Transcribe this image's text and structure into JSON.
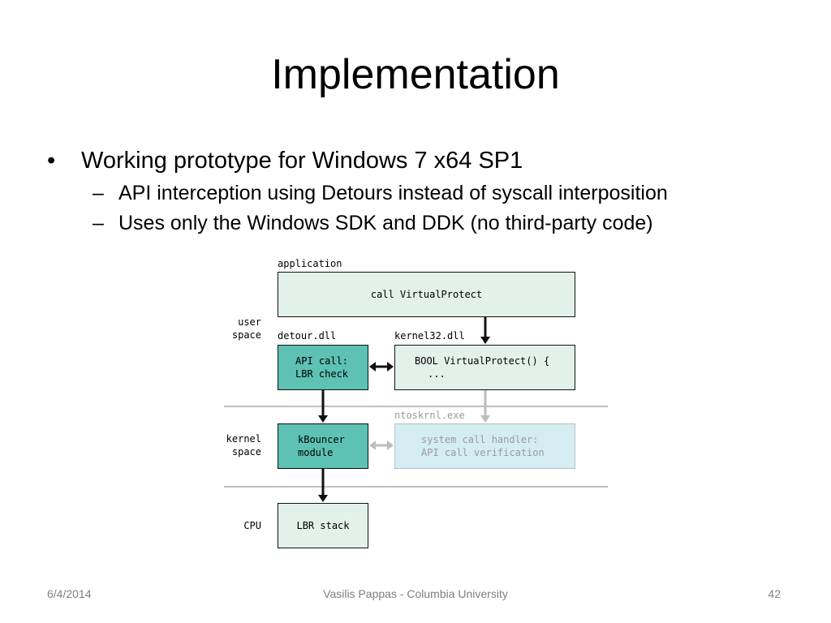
{
  "slide": {
    "title": "Implementation",
    "bullet": "Working prototype for Windows 7 x64 SP1",
    "sub_bullets": [
      "API interception using Detours instead of syscall interposition",
      "Uses only the Windows SDK and DDK (no third-party code)"
    ]
  },
  "diagram": {
    "labels": {
      "application": "application",
      "detour": "detour.dll",
      "kernel32": "kernel32.dll",
      "ntoskrnl": "ntoskrnl.exe",
      "user_space_1": "user",
      "user_space_2": "space",
      "kernel_space_1": "kernel",
      "kernel_space_2": "space",
      "cpu": "CPU"
    },
    "boxes": {
      "app": "call VirtualProtect",
      "api_call_1": "API call:",
      "api_call_2": "LBR check",
      "vp_1": "BOOL VirtualProtect() {",
      "vp_2": "...",
      "kb_1": "kBouncer",
      "kb_2": "module",
      "sys_1": "system call handler:",
      "sys_2": "API call verification",
      "lbr": "LBR stack"
    },
    "colors": {
      "light_box": "#e3f1eb",
      "teal_box": "#5dc1b3",
      "faded_box": "#d4edf3",
      "faded_text": "#9a9a9a",
      "separator": "#bfbfbf"
    }
  },
  "footer": {
    "date": "6/4/2014",
    "author": "Vasilis Pappas - Columbia University",
    "page": "42"
  }
}
